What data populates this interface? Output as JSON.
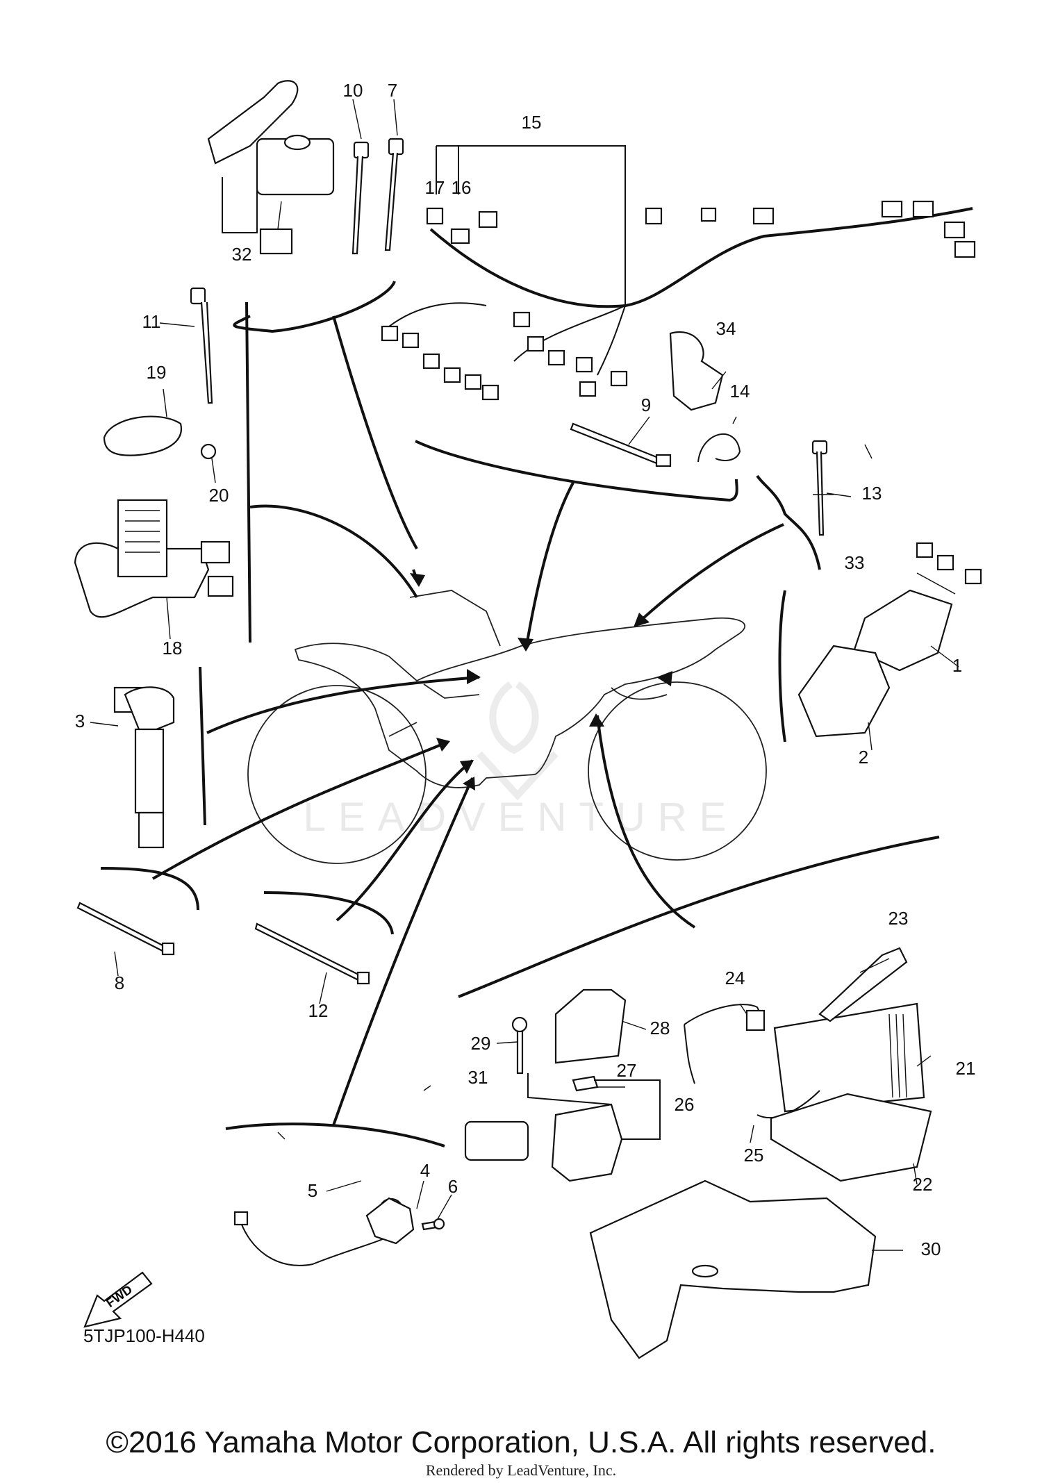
{
  "diagram": {
    "code": "5TJP100-H440",
    "fwd_label": "FWD",
    "watermark": "LEADVENTURE",
    "parts": [
      {
        "id": "p1",
        "number": "1"
      },
      {
        "id": "p2",
        "number": "2"
      },
      {
        "id": "p3",
        "number": "3"
      },
      {
        "id": "p4",
        "number": "4"
      },
      {
        "id": "p5",
        "number": "5"
      },
      {
        "id": "p6",
        "number": "6"
      },
      {
        "id": "p7",
        "number": "7"
      },
      {
        "id": "p8",
        "number": "8"
      },
      {
        "id": "p9",
        "number": "9"
      },
      {
        "id": "p10",
        "number": "10"
      },
      {
        "id": "p11",
        "number": "11"
      },
      {
        "id": "p12",
        "number": "12"
      },
      {
        "id": "p13",
        "number": "13"
      },
      {
        "id": "p14",
        "number": "14"
      },
      {
        "id": "p15",
        "number": "15"
      },
      {
        "id": "p16",
        "number": "16"
      },
      {
        "id": "p17",
        "number": "17"
      },
      {
        "id": "p18",
        "number": "18"
      },
      {
        "id": "p19",
        "number": "19"
      },
      {
        "id": "p20",
        "number": "20"
      },
      {
        "id": "p21",
        "number": "21"
      },
      {
        "id": "p22",
        "number": "22"
      },
      {
        "id": "p23",
        "number": "23"
      },
      {
        "id": "p24",
        "number": "24"
      },
      {
        "id": "p25",
        "number": "25"
      },
      {
        "id": "p26",
        "number": "26"
      },
      {
        "id": "p27",
        "number": "27"
      },
      {
        "id": "p28",
        "number": "28"
      },
      {
        "id": "p29",
        "number": "29"
      },
      {
        "id": "p30",
        "number": "30"
      },
      {
        "id": "p31",
        "number": "31"
      },
      {
        "id": "p32",
        "number": "32"
      },
      {
        "id": "p33",
        "number": "33"
      },
      {
        "id": "p34",
        "number": "34"
      }
    ]
  },
  "footer": {
    "copyright": "©2016 Yamaha Motor Corporation, U.S.A. All rights reserved.",
    "rendered_by": "Rendered by LeadVenture, Inc."
  }
}
